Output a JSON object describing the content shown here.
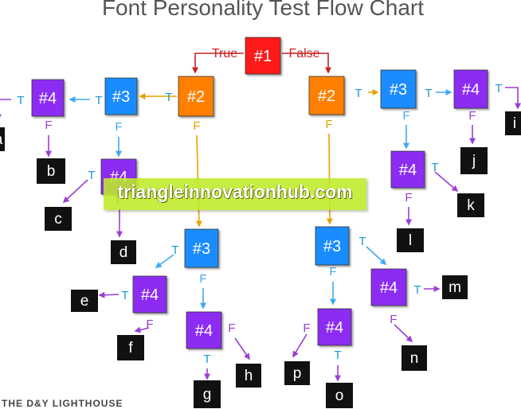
{
  "title": "Font Personality Test Flow Chart",
  "watermark": "triangleinnovationhub.com",
  "footer": "THE D&Y LIGHTHOUSE",
  "colors": {
    "n1": "#ff1a1a",
    "n2": "#ff8000",
    "n3": "#1a8cff",
    "n4": "#8c2cf2",
    "leaf": "#111111",
    "edge_true_false_top": "#cc2222",
    "edge_n2": "#e6a400",
    "edge_n3": "#3fa9f5",
    "edge_n4": "#9b3ed6",
    "edge_label_t": "#1a99cc"
  },
  "nodes": [
    {
      "id": "n1",
      "label": "#1",
      "kind": "n1"
    },
    {
      "id": "n2L",
      "label": "#2",
      "kind": "n2"
    },
    {
      "id": "n2R",
      "label": "#2",
      "kind": "n2"
    },
    {
      "id": "n3LL",
      "label": "#3",
      "kind": "n3"
    },
    {
      "id": "n4LL",
      "label": "#4",
      "kind": "n4"
    },
    {
      "id": "n4LB",
      "label": "#4",
      "kind": "n4"
    },
    {
      "id": "n3LM",
      "label": "#3",
      "kind": "n3"
    },
    {
      "id": "n4LM1",
      "label": "#4",
      "kind": "n4"
    },
    {
      "id": "n4LM2",
      "label": "#4",
      "kind": "n4"
    },
    {
      "id": "n3RM",
      "label": "#3",
      "kind": "n3"
    },
    {
      "id": "n4RM1",
      "label": "#4",
      "kind": "n4"
    },
    {
      "id": "n4RM2",
      "label": "#4",
      "kind": "n4"
    },
    {
      "id": "n3RR",
      "label": "#3",
      "kind": "n3"
    },
    {
      "id": "n4RR",
      "label": "#4",
      "kind": "n4"
    },
    {
      "id": "n4RB",
      "label": "#4",
      "kind": "n4"
    },
    {
      "id": "la",
      "label": "a",
      "kind": "leaf"
    },
    {
      "id": "lb",
      "label": "b",
      "kind": "leaf"
    },
    {
      "id": "lc",
      "label": "c",
      "kind": "leaf"
    },
    {
      "id": "ld",
      "label": "d",
      "kind": "leaf"
    },
    {
      "id": "le",
      "label": "e",
      "kind": "leaf"
    },
    {
      "id": "lf",
      "label": "f",
      "kind": "leaf"
    },
    {
      "id": "lg",
      "label": "g",
      "kind": "leaf"
    },
    {
      "id": "lh",
      "label": "h",
      "kind": "leaf"
    },
    {
      "id": "li",
      "label": "i",
      "kind": "leaf"
    },
    {
      "id": "lj",
      "label": "j",
      "kind": "leaf"
    },
    {
      "id": "lk",
      "label": "k",
      "kind": "leaf"
    },
    {
      "id": "ll",
      "label": "l",
      "kind": "leaf"
    },
    {
      "id": "lm",
      "label": "m",
      "kind": "leaf"
    },
    {
      "id": "ln",
      "label": "n",
      "kind": "leaf"
    },
    {
      "id": "lo",
      "label": "o",
      "kind": "leaf"
    },
    {
      "id": "lp",
      "label": "p",
      "kind": "leaf"
    }
  ],
  "edges": [
    {
      "from": "n1",
      "to": "n2L",
      "label": "True",
      "color": "edge_true_false_top"
    },
    {
      "from": "n1",
      "to": "n2R",
      "label": "False",
      "color": "edge_true_false_top"
    },
    {
      "from": "n2L",
      "to": "n3LL",
      "label": "T",
      "color": "edge_n2"
    },
    {
      "from": "n2L",
      "to": "n3LM",
      "label": "F",
      "color": "edge_n2"
    },
    {
      "from": "n2R",
      "to": "n3RR",
      "label": "T",
      "color": "edge_n2"
    },
    {
      "from": "n2R",
      "to": "n3RM",
      "label": "F",
      "color": "edge_n2"
    },
    {
      "from": "n3LL",
      "to": "n4LL",
      "label": "T",
      "color": "edge_n3"
    },
    {
      "from": "n3LL",
      "to": "n4LB",
      "label": "F",
      "color": "edge_n3"
    },
    {
      "from": "n4LL",
      "to": "la",
      "label": "T",
      "color": "edge_n4"
    },
    {
      "from": "n4LL",
      "to": "lb",
      "label": "F",
      "color": "edge_n4"
    },
    {
      "from": "n4LB",
      "to": "lc",
      "label": "T",
      "color": "edge_n4"
    },
    {
      "from": "n4LB",
      "to": "ld",
      "label": "F",
      "color": "edge_n4"
    },
    {
      "from": "n3LM",
      "to": "n4LM1",
      "label": "T",
      "color": "edge_n3"
    },
    {
      "from": "n3LM",
      "to": "n4LM2",
      "label": "F",
      "color": "edge_n3"
    },
    {
      "from": "n4LM1",
      "to": "le",
      "label": "T",
      "color": "edge_n4"
    },
    {
      "from": "n4LM1",
      "to": "lf",
      "label": "F",
      "color": "edge_n4"
    },
    {
      "from": "n4LM2",
      "to": "lg",
      "label": "T",
      "color": "edge_n4"
    },
    {
      "from": "n4LM2",
      "to": "lh",
      "label": "F",
      "color": "edge_n4"
    },
    {
      "from": "n3RM",
      "to": "n4RM1",
      "label": "T",
      "color": "edge_n3"
    },
    {
      "from": "n3RM",
      "to": "n4RM2",
      "label": "F",
      "color": "edge_n3"
    },
    {
      "from": "n4RM1",
      "to": "lm",
      "label": "T",
      "color": "edge_n4"
    },
    {
      "from": "n4RM1",
      "to": "ln",
      "label": "F",
      "color": "edge_n4"
    },
    {
      "from": "n4RM2",
      "to": "lo",
      "label": "T",
      "color": "edge_n4"
    },
    {
      "from": "n4RM2",
      "to": "lp",
      "label": "F",
      "color": "edge_n4"
    },
    {
      "from": "n3RR",
      "to": "n4RR",
      "label": "T",
      "color": "edge_n3"
    },
    {
      "from": "n3RR",
      "to": "n4RB",
      "label": "F",
      "color": "edge_n3"
    },
    {
      "from": "n4RR",
      "to": "li",
      "label": "T",
      "color": "edge_n4"
    },
    {
      "from": "n4RR",
      "to": "lj",
      "label": "F",
      "color": "edge_n4"
    },
    {
      "from": "n4RB",
      "to": "lk",
      "label": "T",
      "color": "edge_n4"
    },
    {
      "from": "n4RB",
      "to": "ll",
      "label": "F",
      "color": "edge_n4"
    }
  ]
}
